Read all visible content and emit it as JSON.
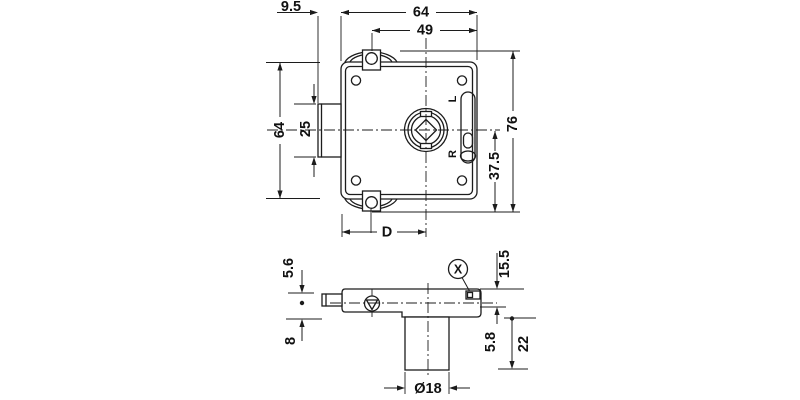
{
  "drawing": {
    "front_view": {
      "dim_offset": "9.5",
      "dim_width": "64",
      "dim_width_inner": "49",
      "dim_height": "64",
      "dim_latch": "25",
      "dim_total_height": "76",
      "dim_center_to_edge": "37.5",
      "dim_backset": "D",
      "label_left_hand": "L",
      "label_right_hand": "R"
    },
    "side_view": {
      "dim_latch_thickness": "5.6",
      "dim_body_thickness": "8",
      "dim_height": "15.5",
      "dim_step": "5.8",
      "dim_cylinder_length": "22",
      "dim_cylinder_diameter": "Ø18",
      "detail_marker": "X"
    },
    "colors": {
      "line": "#1c1c1c",
      "background": "#ffffff"
    }
  }
}
